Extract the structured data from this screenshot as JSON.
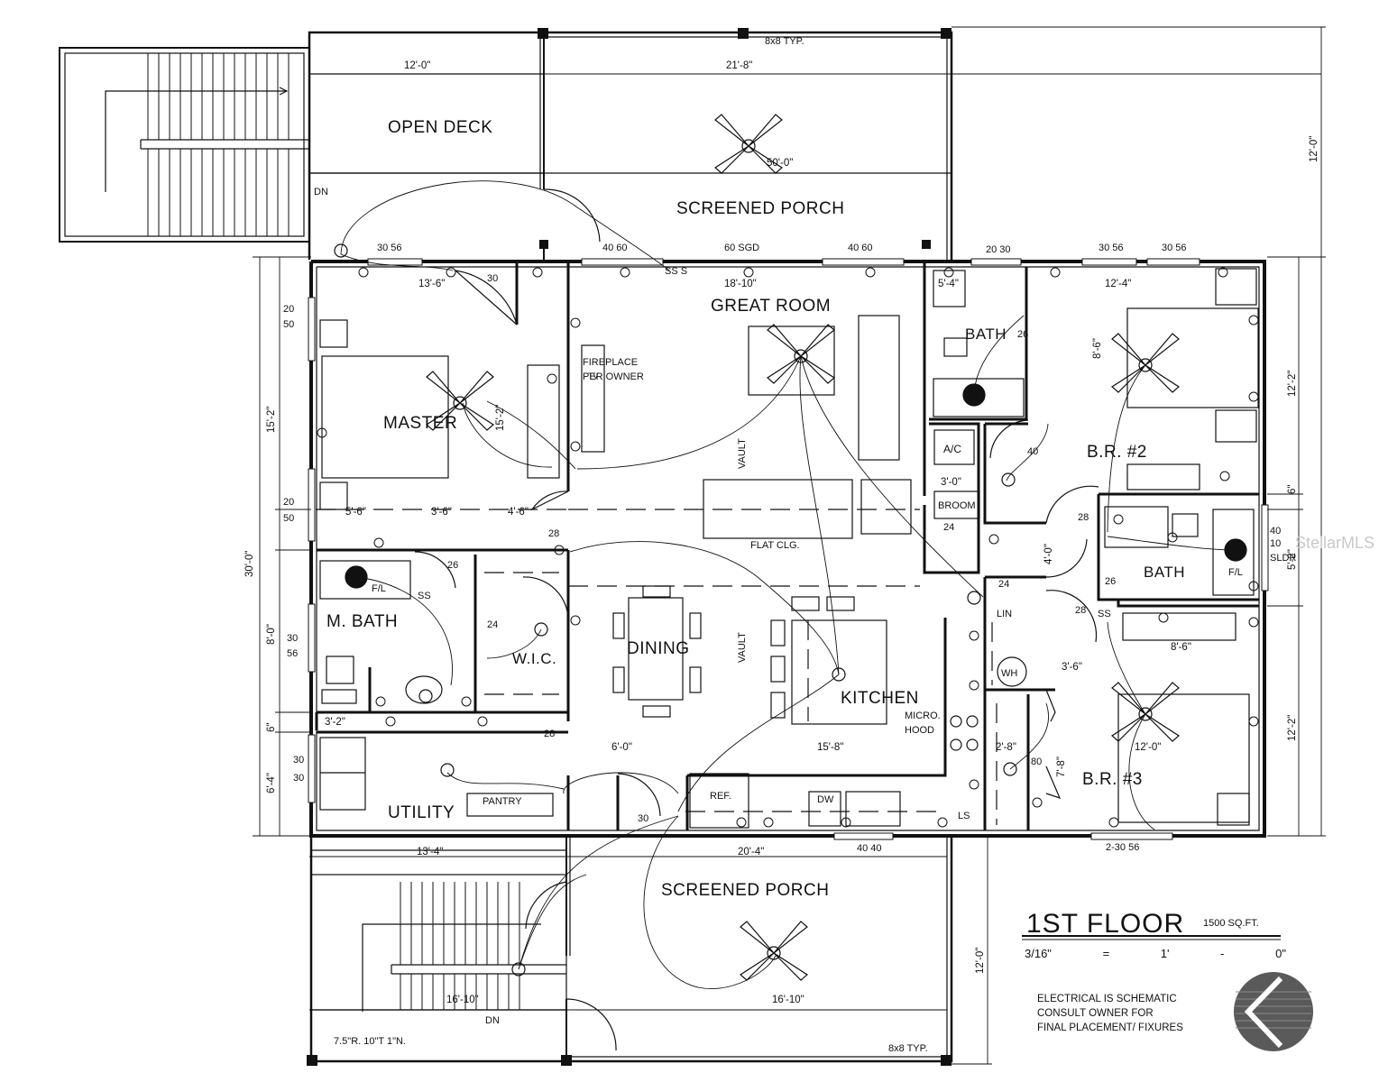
{
  "rooms": {
    "open_deck": "OPEN DECK",
    "screened_porch_top": "SCREENED PORCH",
    "great_room": "GREAT ROOM",
    "master": "MASTER",
    "bath_top": "BATH",
    "br2": "B.R. #2",
    "a_c": "A/C",
    "broom": "BROOM",
    "bath_mid": "BATH",
    "m_bath": "M. BATH",
    "wic": "W.I.C.",
    "dining": "DINING",
    "kitchen": "KITCHEN",
    "br3": "B.R. #3",
    "utility": "UTILITY",
    "pantry": "PANTRY",
    "ref": "REF.",
    "dw": "DW",
    "lin": "LIN",
    "wh": "WH",
    "screened_porch_bottom": "SCREENED PORCH"
  },
  "notes": {
    "fireplace_1": "FIREPLACE",
    "fireplace_2": "PER OWNER",
    "tv": "TV",
    "vault_1": "VAULT",
    "vault_2": "VAULT",
    "flat_clg": "FLAT CLG.",
    "micro_1": "MICRO.",
    "micro_2": "HOOD",
    "fl_1": "F/L",
    "fl_2": "F/L",
    "sldr": "SLDR",
    "dn_top": "DN",
    "dn_bottom": "DN",
    "stair_spec": "7.5\"R. 10\"T 1\"N.",
    "typ_top": "8x8 TYP.",
    "typ_bottom": "8x8 TYP.",
    "ss_1": "SS S",
    "ss_2": "SS",
    "ss_3": "SS",
    "ls": "LS"
  },
  "dimensions": {
    "d12_0_top": "12'-0\"",
    "d21_8": "21'-8\"",
    "d50_0": "50'-0\"",
    "d13_6": "13'-6\"",
    "d18_10": "18'-10\"",
    "d5_4": "5'-4\"",
    "d12_4": "12'-4\"",
    "d8_6_v": "8'-6\"",
    "d15_2_in": "15'-2\"",
    "d5_6": "5'-6\"",
    "d3_6_a": "3'-6\"",
    "d4_6": "4'-6\"",
    "d3_0": "3'-0\"",
    "d4_0": "4'-0\"",
    "d3_6_b": "3'-6\"",
    "d8_6_h": "8'-6\"",
    "d3_2": "3'-2\"",
    "d6_0": "6'-0\"",
    "d15_8": "15'-8\"",
    "d2_8": "2'-8\"",
    "d7_8": "7'-8\"",
    "d12_0_br3": "12'-0\"",
    "d13_4": "13'-4\"",
    "d20_4": "20'-4\"",
    "d16_10_a": "16'-10\"",
    "d16_10_b": "16'-10\"",
    "left_15_2": "15'-2\"",
    "left_30_0": "30'-0\"",
    "left_8_0": "8'-0\"",
    "left_6": "6\"",
    "left_6_4": "6'-4\"",
    "right_12_0_top": "12'-0\"",
    "right_12_2_a": "12'-2\"",
    "right_6": "6\"",
    "right_5_2": "5'-2\"",
    "right_12_2_b": "12'-2\"",
    "porch_12_0": "12'-0\""
  },
  "openings": {
    "w3056_a": "30 56",
    "w30": "30",
    "w4060_a": "40 60",
    "sgd": "60 SGD",
    "w4060_b": "40 60",
    "w2030": "20 30",
    "w3056_b": "30 56",
    "w3056_c": "30 56",
    "w2050_a1": "20",
    "w2050_a2": "50",
    "w2050_b1": "20",
    "w2050_b2": "50",
    "d26_a": "26",
    "d40": "40",
    "d24_a": "24",
    "d28_a": "28",
    "d26_b": "26",
    "d24_b": "24",
    "d28_b": "28",
    "d26_c": "26",
    "d24_c": "24",
    "d28_c": "28",
    "d3056_m1": "30",
    "d3056_m2": "56",
    "d28_d": "28",
    "d3030_1": "30",
    "d3030_2": "30",
    "d30_b": "30",
    "w4040": "40 40",
    "w2_3056": "2-30 56",
    "d4010_1": "40",
    "d4010_2": "10",
    "d80": "80"
  },
  "title": {
    "floor": "1ST FLOOR",
    "sqft": "1500 SQ.FT.",
    "scale": [
      "3/16\"",
      "=",
      "1'",
      "-",
      "0\""
    ],
    "note": [
      "ELECTRICAL IS SCHEMATIC",
      "CONSULT OWNER FOR",
      "FINAL PLACEMENT/ FIXURES"
    ]
  },
  "watermark": "StellarMLS"
}
